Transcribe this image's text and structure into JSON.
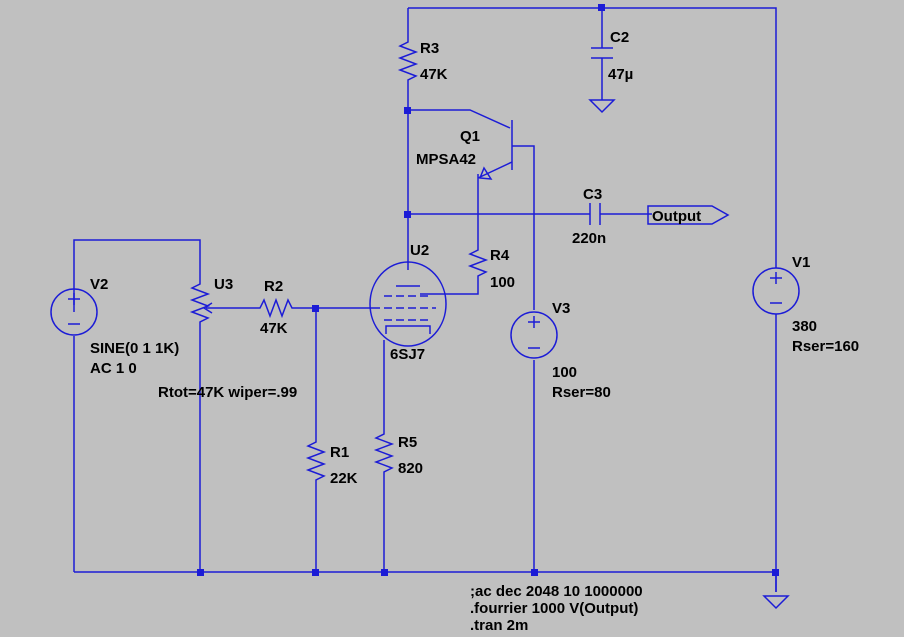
{
  "components": {
    "R3": {
      "ref": "R3",
      "value": "47K"
    },
    "C2": {
      "ref": "C2",
      "value": "47µ"
    },
    "Q1": {
      "ref": "Q1",
      "value": "MPSA42"
    },
    "C3": {
      "ref": "C3",
      "value": "220n"
    },
    "U2": {
      "ref": "U2",
      "value": "6SJ7"
    },
    "R4": {
      "ref": "R4",
      "value": "100"
    },
    "V1": {
      "ref": "V1",
      "value": "380",
      "param": "Rser=160"
    },
    "V2": {
      "ref": "V2",
      "value": "SINE(0 1 1K)",
      "param": "AC 1 0"
    },
    "U3": {
      "ref": "U3",
      "param": "Rtot=47K wiper=.99"
    },
    "R2": {
      "ref": "R2",
      "value": "47K"
    },
    "V3": {
      "ref": "V3",
      "value": "100",
      "param": "Rser=80"
    },
    "R1": {
      "ref": "R1",
      "value": "22K"
    },
    "R5": {
      "ref": "R5",
      "value": "820"
    }
  },
  "net_labels": {
    "output": "Output"
  },
  "directives": [
    ";ac dec 2048 10 1000000",
    ".fourrier 1000 V(Output)",
    ".tran 2m"
  ],
  "colors": {
    "background": "#c0c0c0",
    "wire": "#1c1cd6",
    "text": "#000000"
  }
}
